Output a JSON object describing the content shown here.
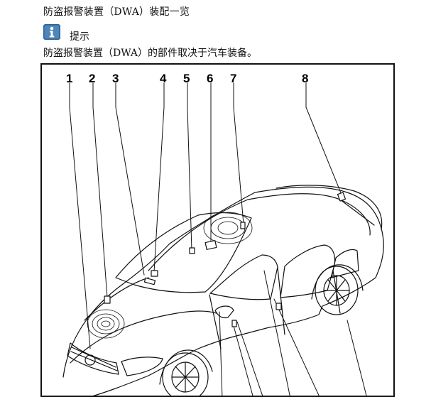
{
  "document": {
    "title": "防盗报警装置（DWA）装配一览",
    "note": {
      "icon": "info-icon",
      "label": "提示",
      "text": "防盗报警装置（DWA）的部件取决于汽车装备。"
    }
  },
  "figure": {
    "callouts": [
      "1",
      "2",
      "3",
      "4",
      "5",
      "6",
      "7",
      "8"
    ]
  }
}
